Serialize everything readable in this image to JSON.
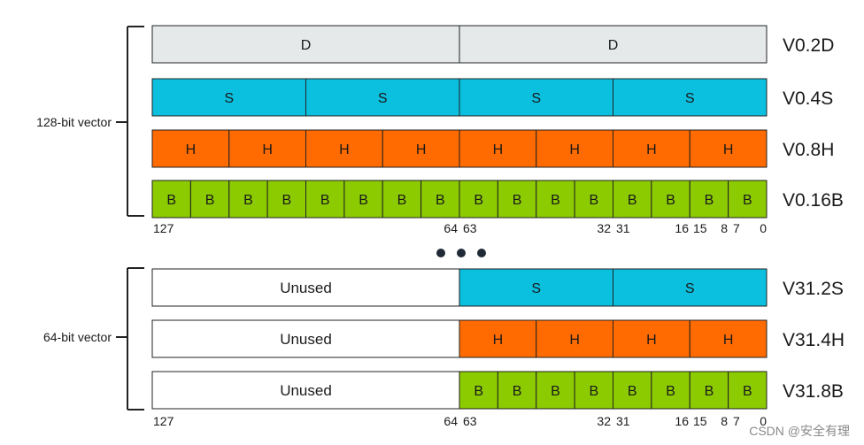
{
  "groups": [
    {
      "label": "128-bit vector"
    },
    {
      "label": "64-bit vector"
    }
  ],
  "registers": [
    {
      "name": "V0.2D",
      "unused": null,
      "cell": "D",
      "count": 2,
      "color": "#e6e9e9"
    },
    {
      "name": "V0.4S",
      "unused": null,
      "cell": "S",
      "count": 4,
      "color": "#0bbfdf"
    },
    {
      "name": "V0.8H",
      "unused": null,
      "cell": "H",
      "count": 8,
      "color": "#ff6b00"
    },
    {
      "name": "V0.16B",
      "unused": null,
      "cell": "B",
      "count": 16,
      "color": "#8ccb00"
    },
    {
      "name": "V31.2S",
      "unused": "Unused",
      "cell": "S",
      "count": 2,
      "color": "#0bbfdf"
    },
    {
      "name": "V31.4H",
      "unused": "Unused",
      "cell": "H",
      "count": 4,
      "color": "#ff6b00"
    },
    {
      "name": "V31.8B",
      "unused": "Unused",
      "cell": "B",
      "count": 8,
      "color": "#8ccb00"
    }
  ],
  "bit_ruler": [
    "127",
    "64",
    "63",
    "32",
    "31",
    "16",
    "15",
    "8",
    "7",
    "0"
  ],
  "separator": "• • •",
  "watermark": "CSDN @安全有理"
}
